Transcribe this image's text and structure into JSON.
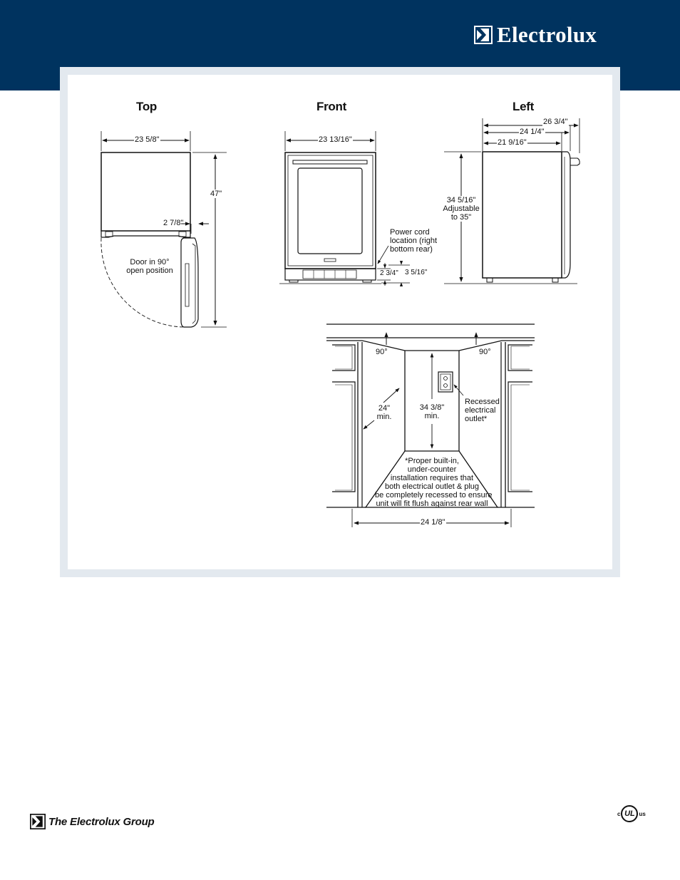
{
  "header": {
    "brand": "Electrolux",
    "brand_icon": "electrolux-logo-icon",
    "color": "#00335f"
  },
  "views": {
    "top": "Top",
    "front": "Front",
    "left": "Left"
  },
  "top_view": {
    "width": "23 5/8\"",
    "depth_open": "47\"",
    "door_offset": "2 7/8\"",
    "door_note": [
      "Door in 90°",
      "open position"
    ]
  },
  "front_view": {
    "width": "23 13/16\"",
    "power_cord": [
      "Power cord",
      "location (right",
      "bottom rear)"
    ],
    "grille_height": "2 3/4\"",
    "base_height": "3 5/16\""
  },
  "left_view": {
    "depth_overall": "26 3/4\"",
    "depth_door": "24 1/4\"",
    "depth_cabinet": "21 9/16\"",
    "height": [
      "34 5/16\"",
      "Adjustable",
      "to 35\""
    ]
  },
  "installation": {
    "angle_left": "90°",
    "angle_right": "90°",
    "min_depth": [
      "24\"",
      "min."
    ],
    "min_height": [
      "34 3/8\"",
      "min."
    ],
    "outlet": [
      "Recessed",
      "electrical",
      "outlet*"
    ],
    "note": [
      "*Proper built-in,",
      "under-counter",
      "installation requires that",
      "both electrical outlet & plug",
      "be completely recessed to ensure",
      "unit will fit flush against rear wall"
    ],
    "opening_width": "24 1/8\""
  },
  "footer": {
    "group": "The Electrolux Group",
    "ul_left": "c",
    "ul_center": "UL",
    "ul_right": "us"
  }
}
